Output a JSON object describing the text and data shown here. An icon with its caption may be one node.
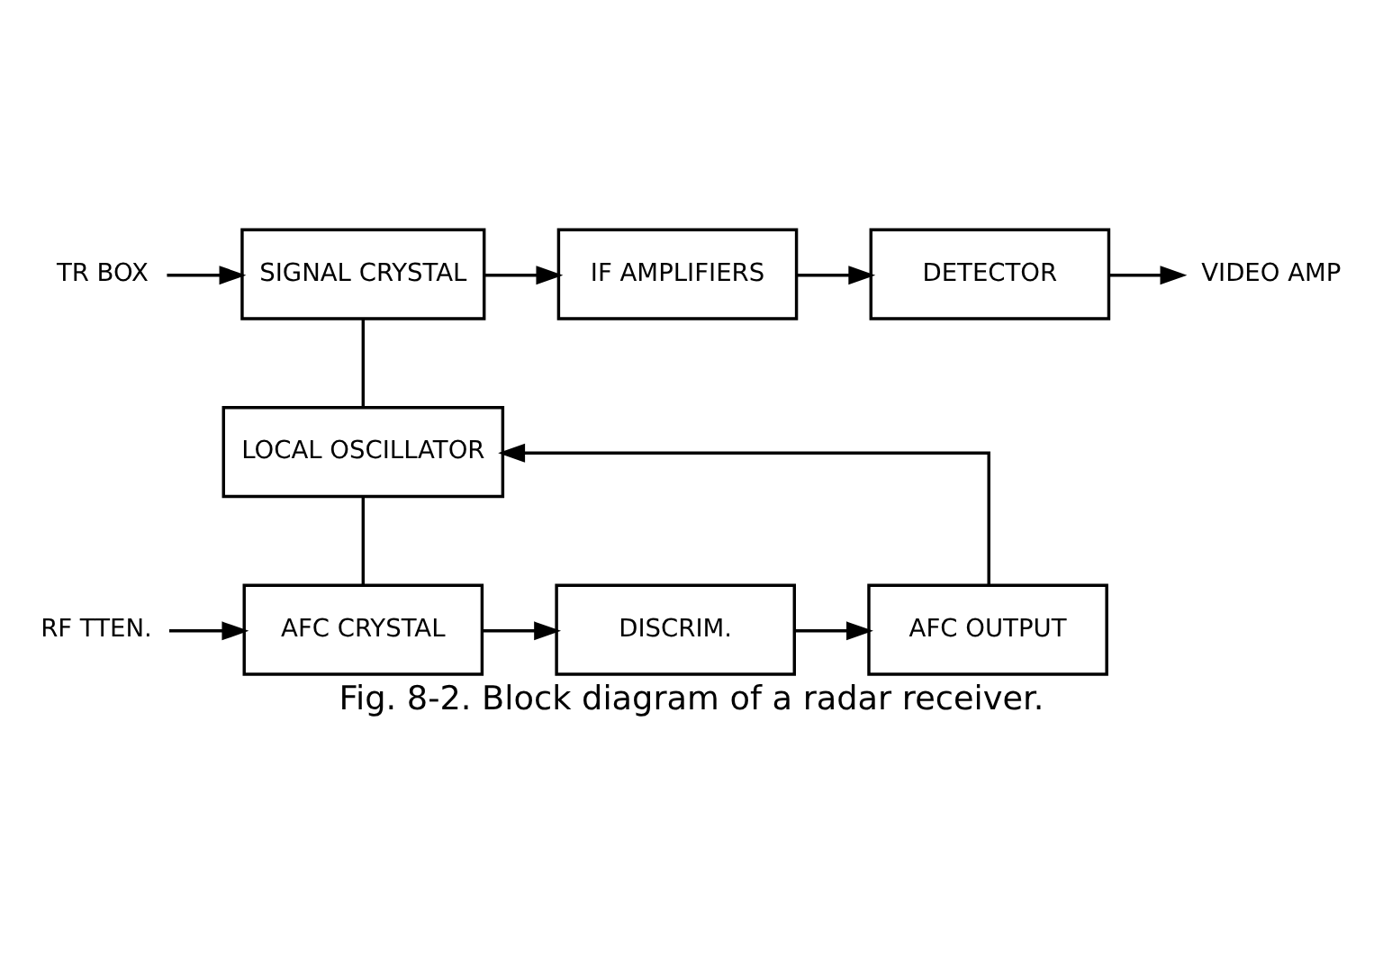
{
  "diagram": {
    "caption": "Fig. 8-2. Block diagram of a radar receiver.",
    "nodes": [
      {
        "text": [
          "TR BOX"
        ]
      },
      {
        "text": [
          "SIGNAL CRYSTAL"
        ]
      },
      {
        "text": [
          "IF AMPLIFIERS"
        ]
      },
      {
        "text": [
          "DETECTOR"
        ]
      },
      {
        "text": [
          "VIDEO AMP"
        ]
      },
      {
        "text": [
          "LOCAL OSCILLATOR"
        ]
      },
      {
        "text": [
          "RF TTEN."
        ]
      },
      {
        "text": [
          "AFC CRYSTAL"
        ]
      },
      {
        "text": [
          "DISCRIM."
        ]
      },
      {
        "text": [
          "AFC OUTPUT"
        ]
      }
    ],
    "edges": [
      {
        "from": 0,
        "to": 1,
        "arrow": "to"
      },
      {
        "from": 1,
        "to": 2,
        "arrow": "to"
      },
      {
        "from": 2,
        "to": 3,
        "arrow": "to"
      },
      {
        "from": 3,
        "to": 4,
        "arrow": "to"
      },
      {
        "from": 1,
        "to": 5,
        "arrow": "none"
      },
      {
        "from": 5,
        "to": 7,
        "arrow": "none"
      },
      {
        "from": 6,
        "to": 7,
        "arrow": "to"
      },
      {
        "from": 7,
        "to": 8,
        "arrow": "to"
      },
      {
        "from": 8,
        "to": 9,
        "arrow": "to"
      },
      {
        "from": 9,
        "to": 5,
        "arrow": "to"
      }
    ]
  }
}
